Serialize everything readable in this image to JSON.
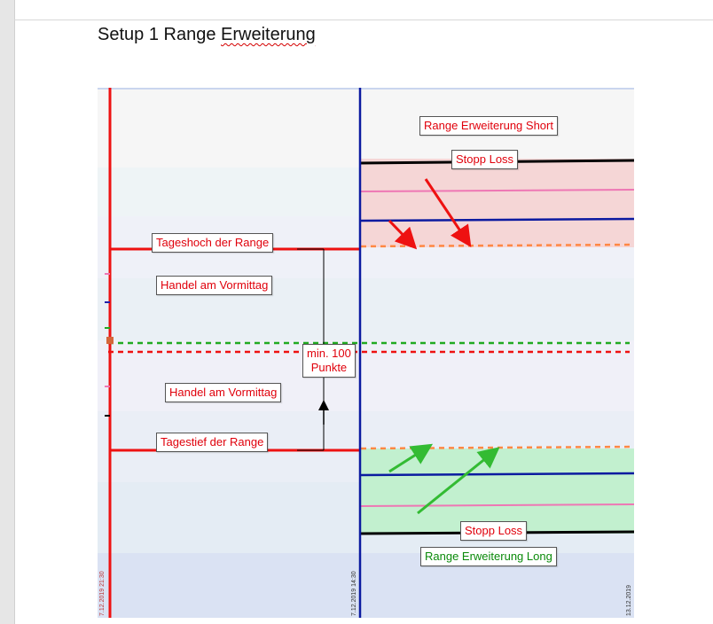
{
  "document": {
    "title_prefix": "Setup 1 Range ",
    "title_flagged_word": "Erweiterung"
  },
  "figure": {
    "labels": {
      "range_short": "Range Erweiterung Short",
      "stop_loss_short": "Stopp Loss",
      "day_high": "Tageshoch der Range",
      "morning_trade_top": "Handel am Vormittag",
      "min_points": "min. 100\nPunkte",
      "morning_trade_bottom": "Handel am Vormittag",
      "day_low": "Tagestief der Range",
      "stop_loss_long": "Stopp Loss",
      "range_long": "Range Erweiterung Long"
    },
    "axis_dates": {
      "session_divider": "7.12.2019 14:30",
      "right_edge": "13.12.2019",
      "left_edge": "7.12.2019 21:30"
    },
    "colors": {
      "short_zone": "#f5d6d6",
      "long_zone": "#c2f0cf",
      "range_line": "#ee1111",
      "divider": "#0b1aa0",
      "stop_line": "#000000",
      "pink_line": "#ee77b4",
      "orange_dash": "#ff8844",
      "green_dash": "#22aa22",
      "red_dash": "#ee1111",
      "arrow_red": "#ee1111",
      "arrow_green": "#33bb33"
    }
  }
}
